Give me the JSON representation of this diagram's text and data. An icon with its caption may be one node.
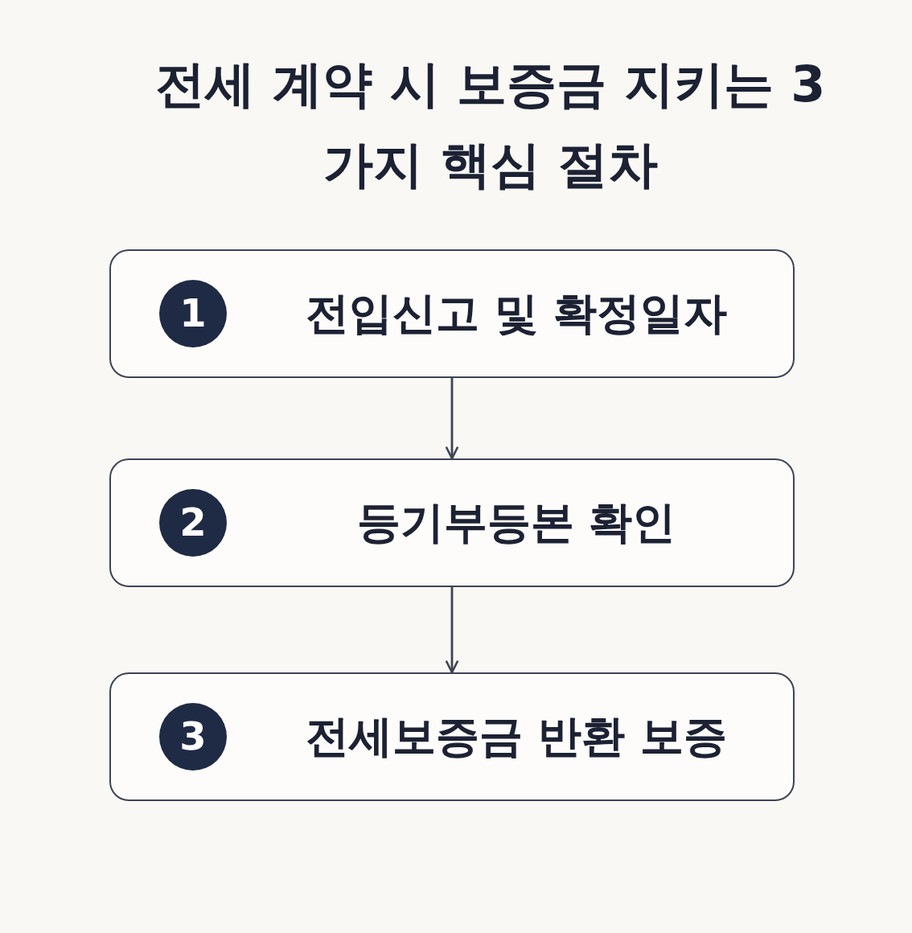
{
  "diagram": {
    "title": "전세 계약 시 보증금 지키는 3 가지 핵심 절차",
    "nodes": [
      {
        "text": [
          "1",
          "전입신고 및 확정일자"
        ]
      },
      {
        "text": [
          "2",
          "등기부등본 확인"
        ]
      },
      {
        "text": [
          "3",
          "전세보증금 반환 보증"
        ]
      }
    ],
    "edges": [
      {
        "from": 0,
        "to": 1,
        "arrow": "to"
      },
      {
        "from": 1,
        "to": 2,
        "arrow": "to"
      }
    ]
  }
}
